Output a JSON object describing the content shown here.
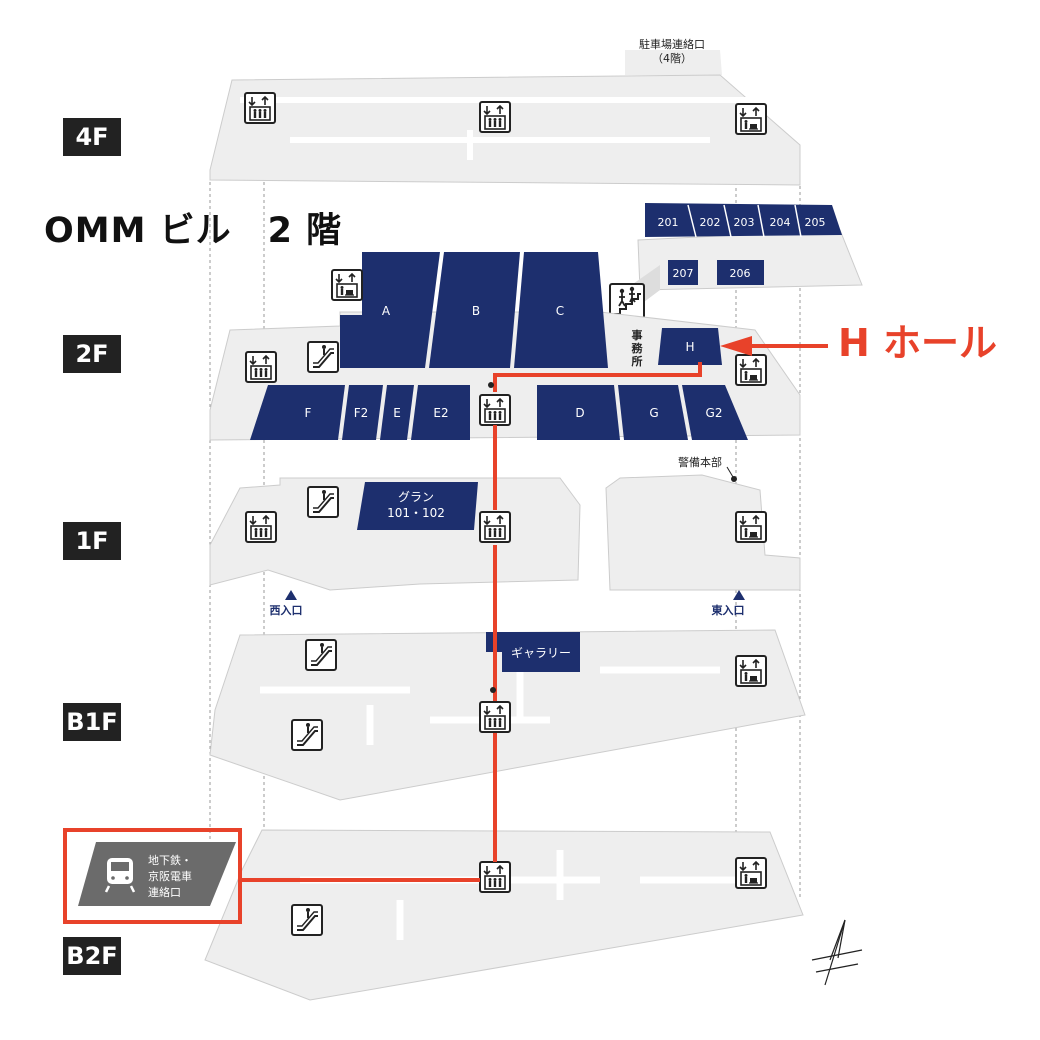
{
  "title": "OMM ビル　2 階",
  "callout": "H ホール",
  "floors": [
    "4F",
    "2F",
    "1F",
    "B1F",
    "B2F"
  ],
  "parking": {
    "line1": "駐車場連絡口",
    "line2": "（4階）"
  },
  "rooms_2f_main": [
    "A",
    "B",
    "C",
    "F",
    "F2",
    "E",
    "E2",
    "D",
    "G",
    "G2",
    "H"
  ],
  "rooms_2f_annex": [
    "201",
    "202",
    "203",
    "204",
    "205",
    "207",
    "206"
  ],
  "office": [
    "事",
    "務",
    "所"
  ],
  "grand_room": {
    "line1": "グラン",
    "line2": "101・102"
  },
  "security": "警備本部",
  "entrances": {
    "west": "西入口",
    "east": "東入口"
  },
  "gallery": "ギャラリー",
  "subway": {
    "line1": "地下鉄・",
    "line2": "京阪電車",
    "line3": "連絡口"
  },
  "icons": [
    "elevator-icon",
    "freight-elevator-icon",
    "escalator-icon",
    "stairs-icon",
    "train-icon",
    "north-arrow-icon"
  ],
  "colors": {
    "room": "#1d2f6e",
    "route": "#e8422a",
    "floor": "#eeeeee",
    "badge": "#222222"
  }
}
